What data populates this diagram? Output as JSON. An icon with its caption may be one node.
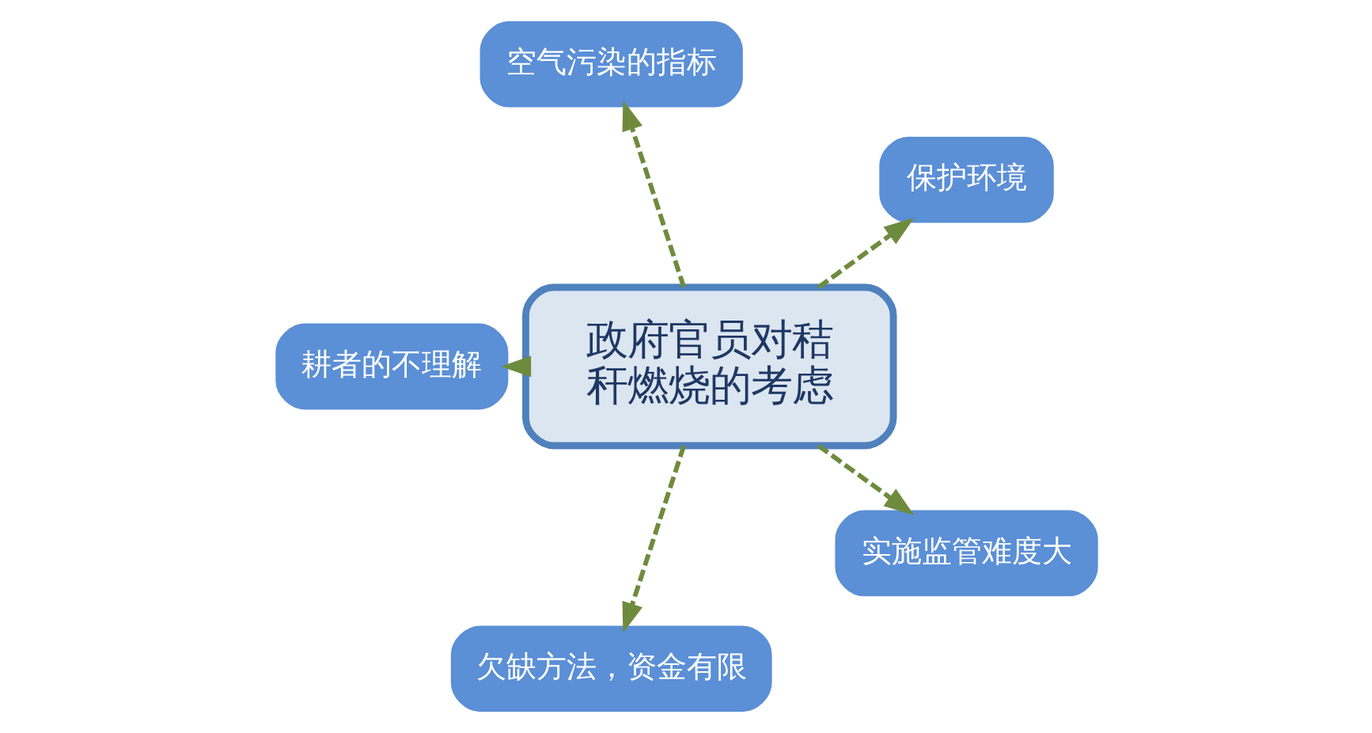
{
  "diagram": {
    "nodes": [
      {
        "text": [
          "政府官员对秸秆燃烧的考虑"
        ]
      },
      {
        "text": [
          "保护环境"
        ]
      },
      {
        "text": [
          "空气污染的指标"
        ]
      },
      {
        "text": [
          "耕者的不理解"
        ]
      },
      {
        "text": [
          "欠缺方法，资金有限"
        ]
      },
      {
        "text": [
          "实施监管难度大"
        ]
      }
    ],
    "edges": [
      {
        "from": 0,
        "to": 1,
        "arrow": "to",
        "style": "dashed"
      },
      {
        "from": 0,
        "to": 2,
        "arrow": "to",
        "style": "dashed"
      },
      {
        "from": 0,
        "to": 3,
        "arrow": "to",
        "style": "dashed"
      },
      {
        "from": 0,
        "to": 4,
        "arrow": "to",
        "style": "dashed"
      },
      {
        "from": 0,
        "to": 5,
        "arrow": "to",
        "style": "dashed"
      }
    ]
  }
}
